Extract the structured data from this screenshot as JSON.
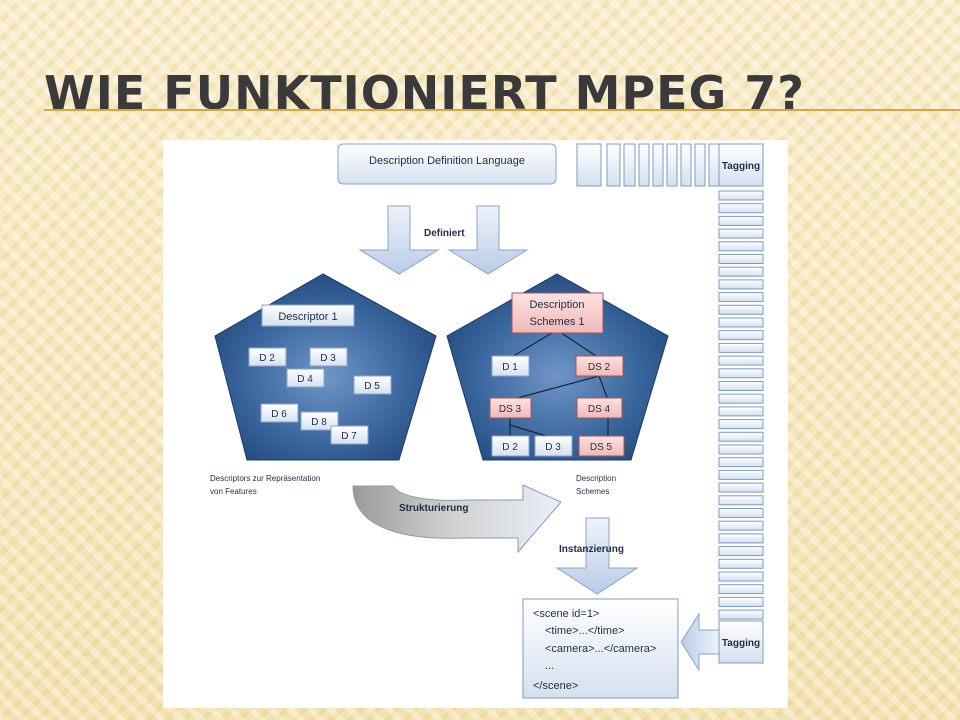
{
  "slide": {
    "title": "Wie funktioniert MPEG 7?"
  },
  "diagram": {
    "ddl_box": "Description Definition Language",
    "definiert": "Definiert",
    "tagging_top": "Tagging",
    "tagging_bottom": "Tagging",
    "descriptors": {
      "main": "Descriptor 1",
      "items": [
        "D 2",
        "D 3",
        "D 4",
        "D 5",
        "D 6",
        "D 8",
        "D 7"
      ],
      "caption_line1": "Descriptors zur Repräsentation",
      "caption_line2": "von Features"
    },
    "schemes": {
      "main_line1": "Description",
      "main_line2": "Schemes 1",
      "d1": "D 1",
      "ds2": "DS 2",
      "ds3": "DS 3",
      "ds4": "DS 4",
      "d2": "D 2",
      "d3": "D 3",
      "ds5": "DS 5",
      "caption_line1": "Description",
      "caption_line2": "Schemes"
    },
    "strukturierung": "Strukturierung",
    "instanzierung": "Instanzierung",
    "xml_lines": [
      "<scene id=1>",
      "<time>...</time>",
      "<camera>...</camera>",
      "...",
      "</scene>"
    ],
    "colors": {
      "pentagon": "#2f5a93",
      "white_box": "#e8eef8",
      "pink_box": "#f4c6c6",
      "arrow": "#c9d9ef"
    }
  }
}
